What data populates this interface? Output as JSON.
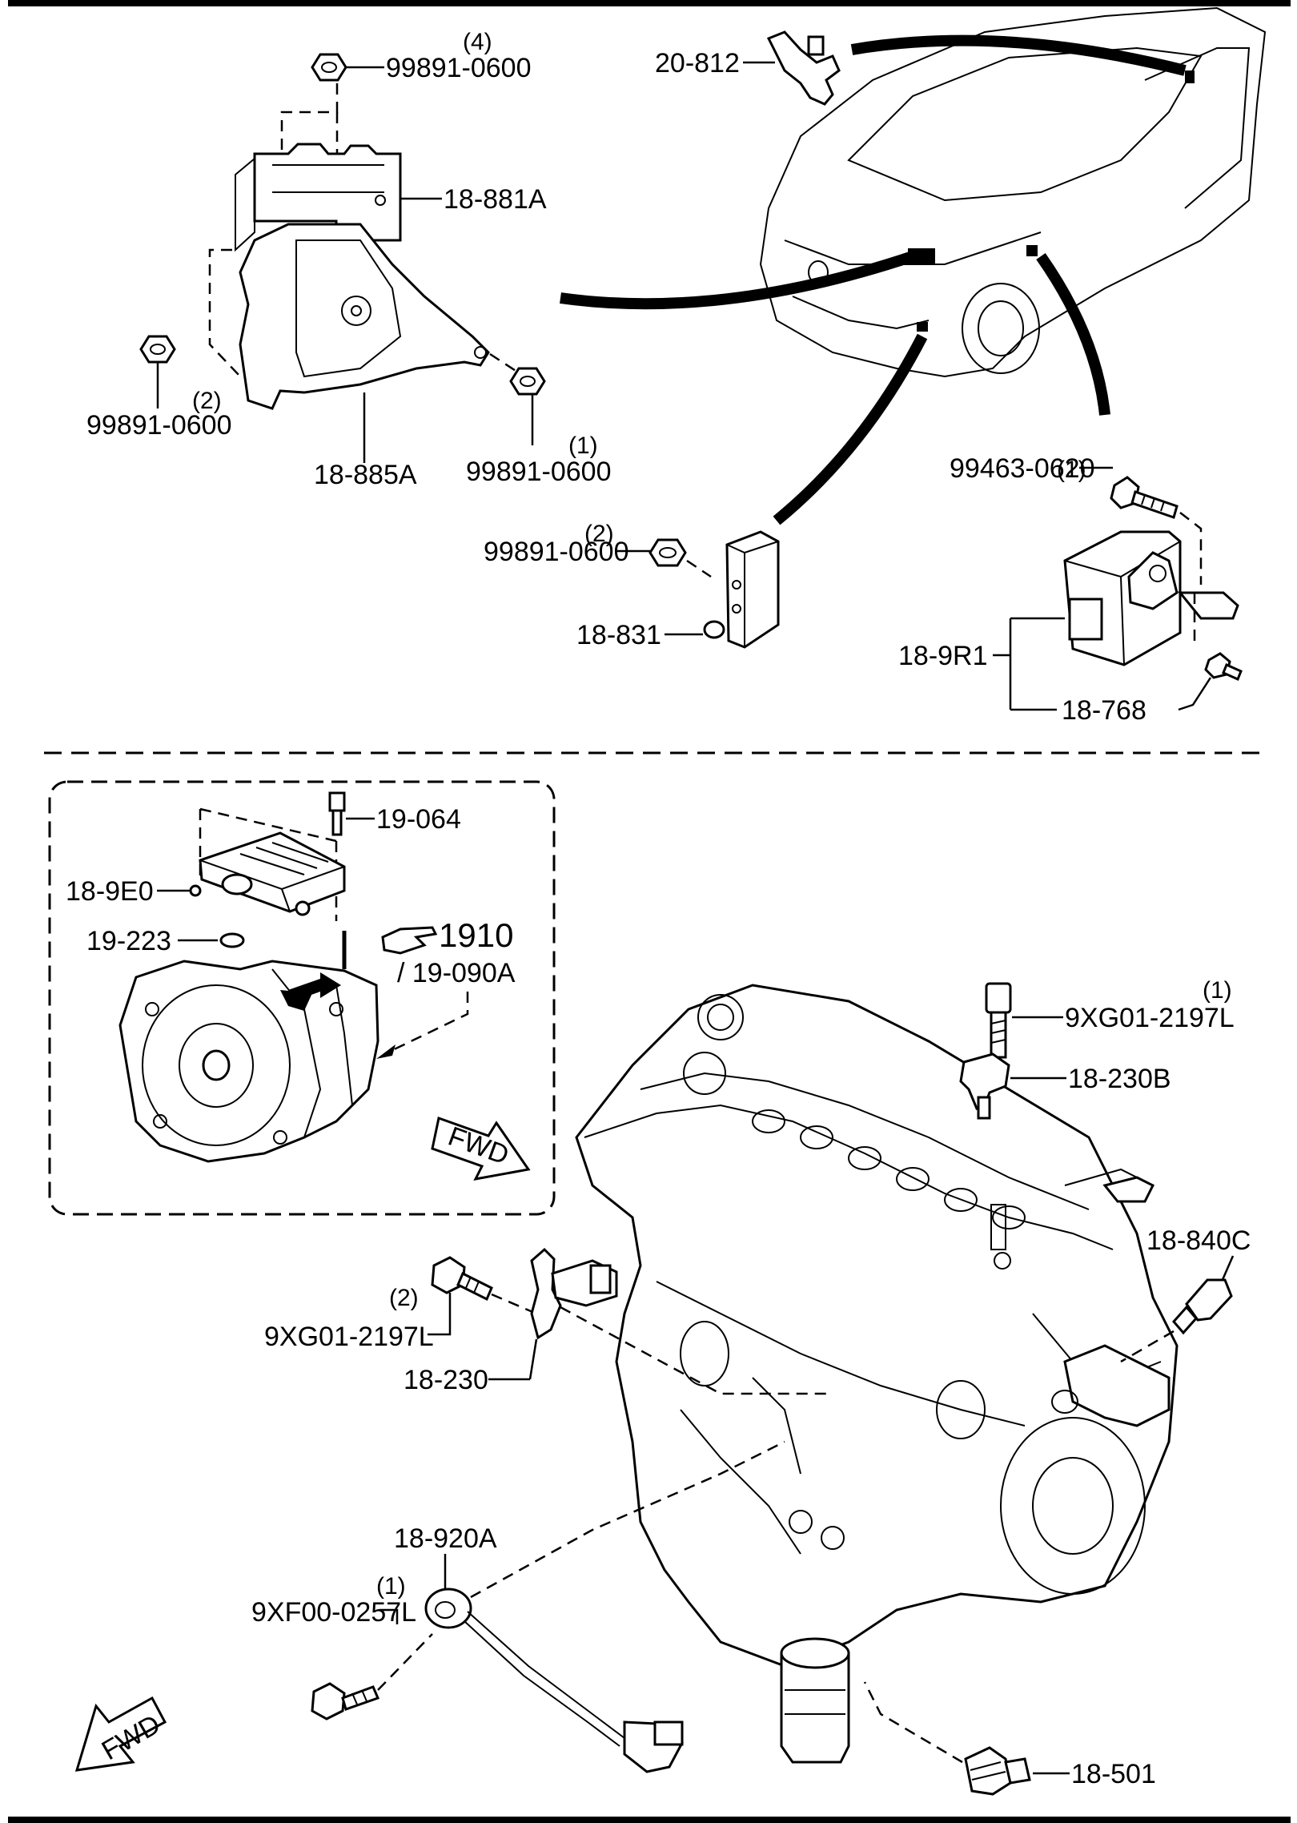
{
  "callouts": {
    "nut_top_qty": "(4)",
    "nut_top_pn": "99891-0600",
    "sensor_top_pn": "20-812",
    "bracket_top_pn": "18-881A",
    "nut_left_qty": "(2)",
    "nut_left_pn": "99891-0600",
    "cover_pn": "18-885A",
    "nut_right_qty": "(1)",
    "nut_right_pn": "99891-0600",
    "bolt_right_qty": "(1)",
    "bolt_right_pn": "99463-0620",
    "nut_mid_qty": "(2)",
    "nut_mid_pn": "99891-0600",
    "sensor_front_pn": "18-831",
    "module_pn": "18-9R1",
    "module_bolt_pn": "18-768",
    "tcm_bolt_pn": "19-064",
    "tcm_pn": "18-9E0",
    "washer_pn": "19-223",
    "ref_section": "1910",
    "ref_part": "/ 19-090A",
    "cam_bolt_qty": "(1)",
    "cam_bolt_pn": "9XG01-2197L",
    "cam_sensor_pn": "18-230B",
    "temp_sensor_pn": "18-840C",
    "crank_bolt_qty": "(2)",
    "crank_bolt_pn": "9XG01-2197L",
    "crank_sensor_pn": "18-230",
    "knock_sensor_pn": "18-920A",
    "knock_bolt_qty": "(1)",
    "knock_bolt_pn": "9XF00-0257L",
    "oil_switch_pn": "18-501",
    "fwd_label": "FWD",
    "fwd_label_bottom": "FWD"
  }
}
